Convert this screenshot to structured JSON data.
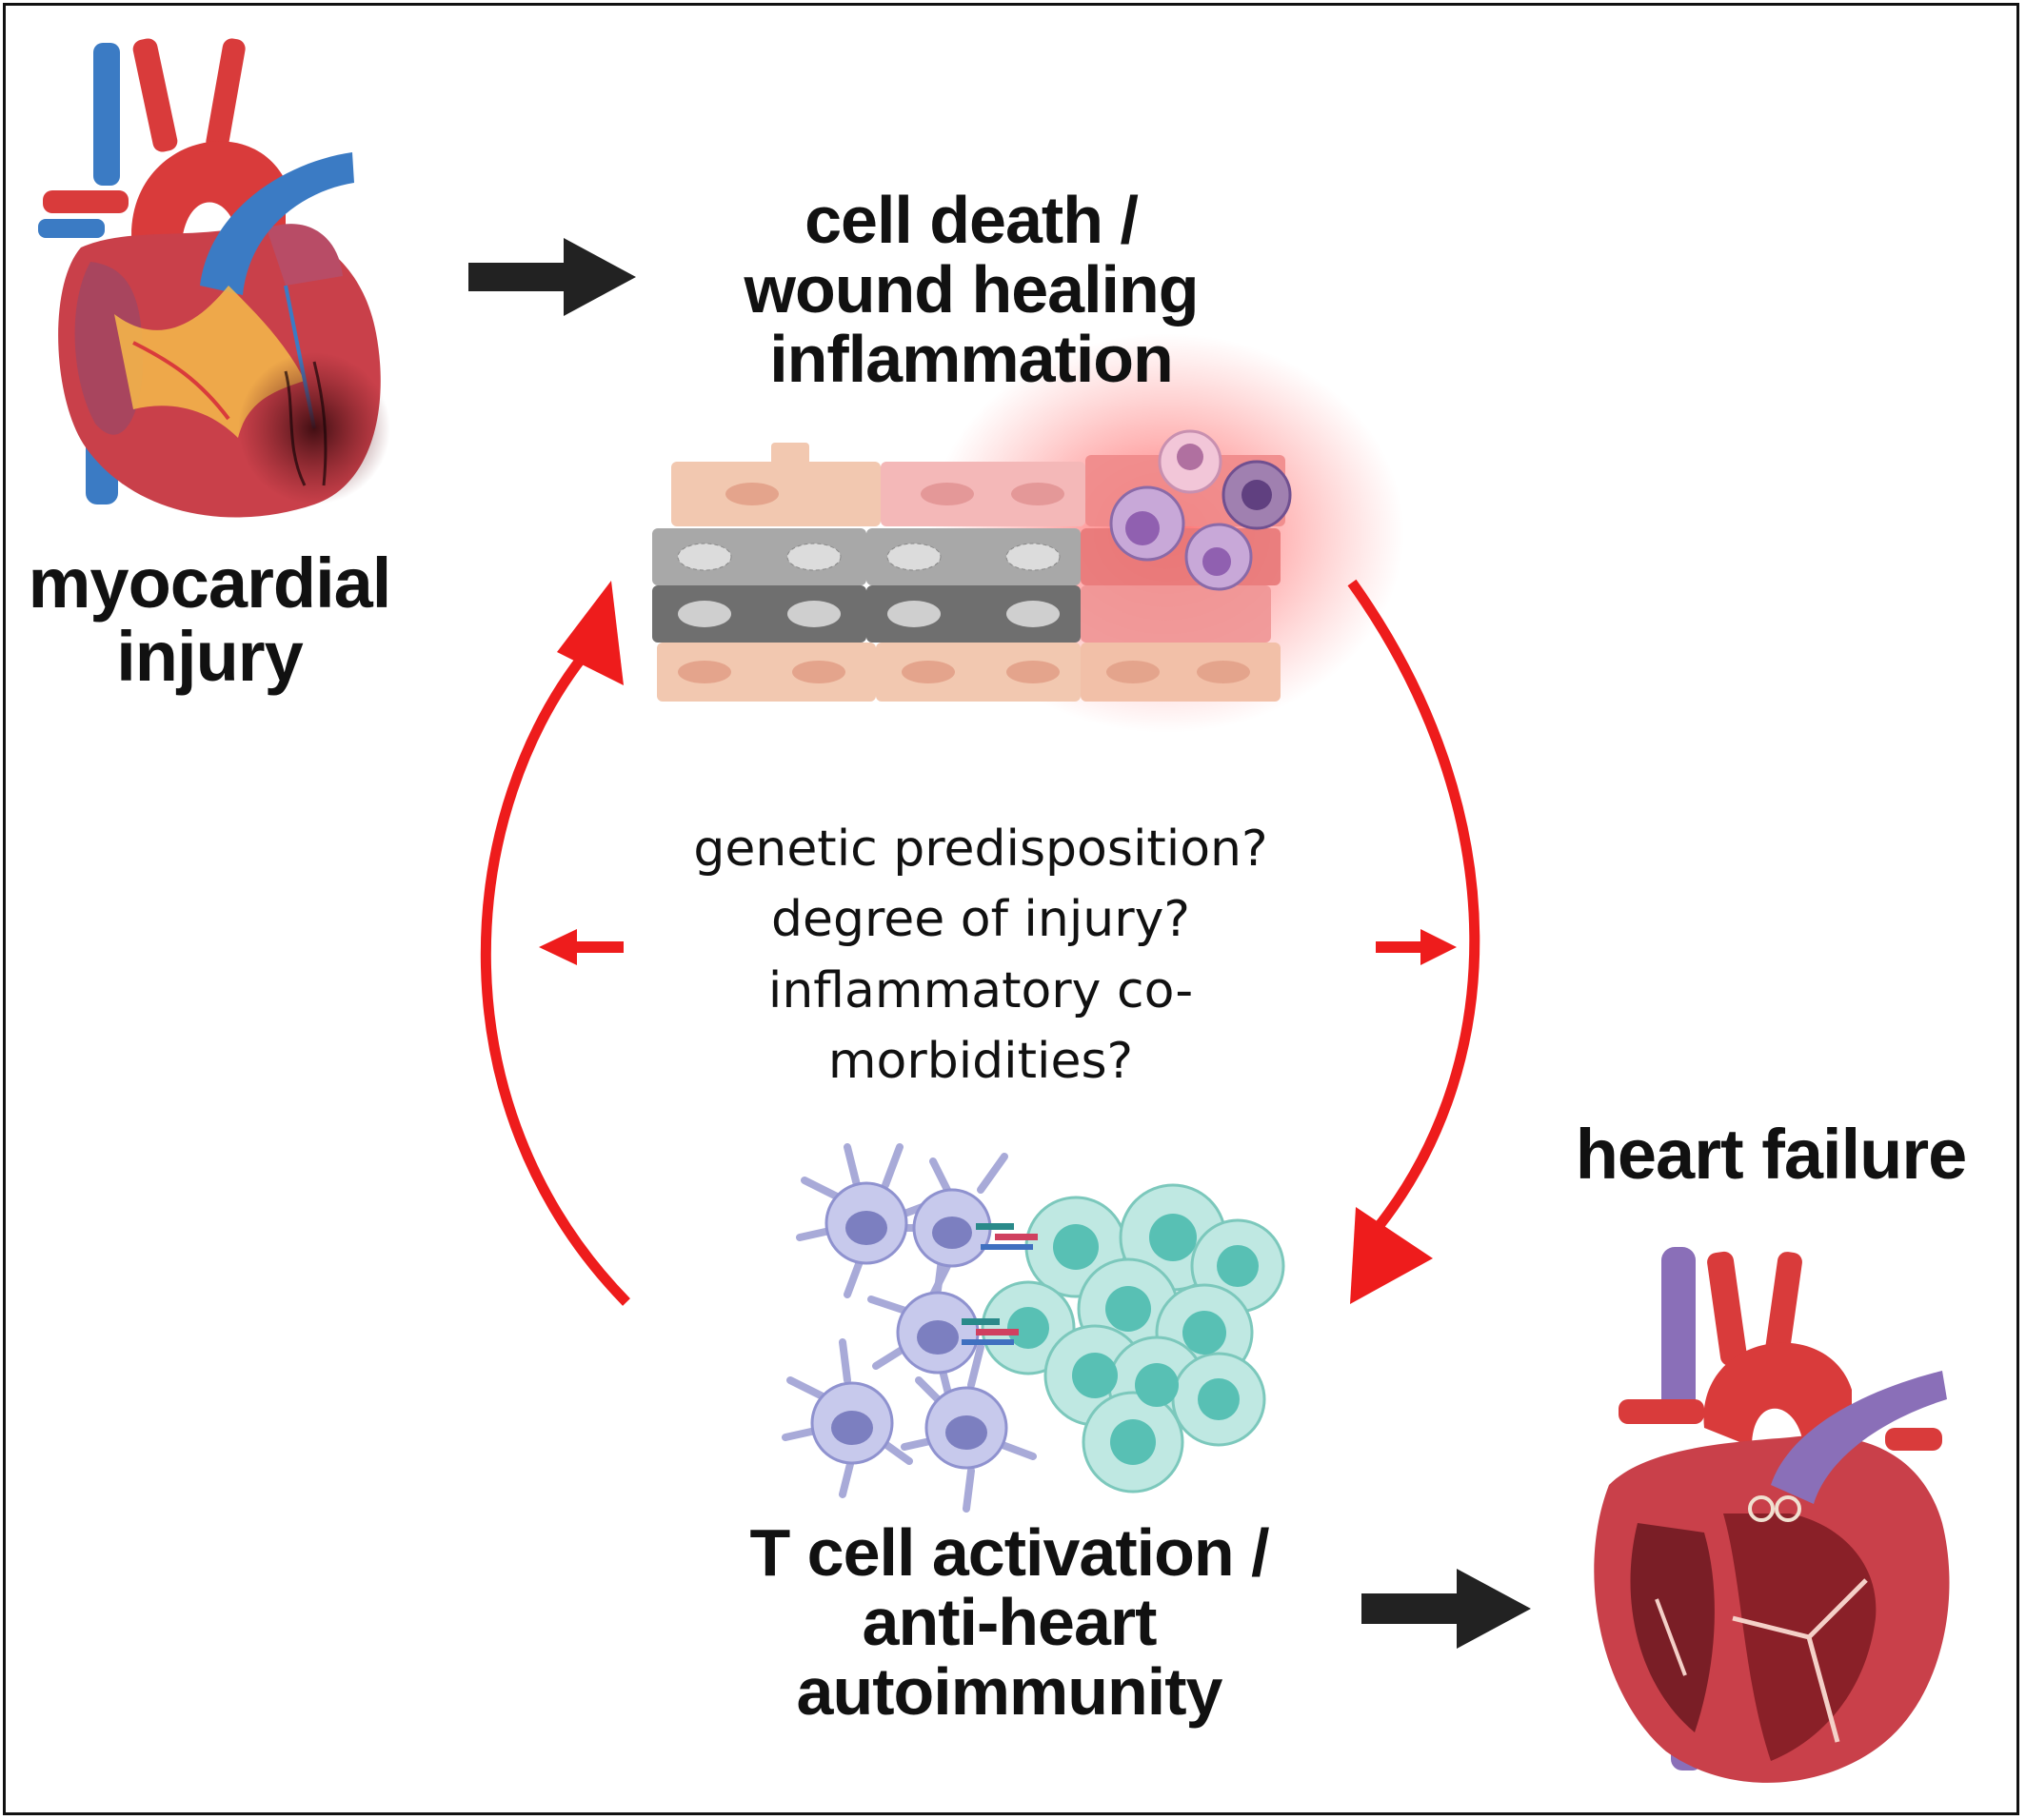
{
  "labels": {
    "myocardial_injury": [
      "myocardial",
      "injury"
    ],
    "cell_death": [
      "cell death /",
      "wound healing",
      "inflammation"
    ],
    "t_cell": [
      "T cell activation /",
      "anti-heart",
      "autoimmunity"
    ],
    "heart_failure": "heart failure"
  },
  "questions": [
    "genetic predisposition?",
    "degree of injury?",
    "inflammatory co-",
    "morbidities?"
  ],
  "colors": {
    "cycle_arrow": "#ee1c1c",
    "flow_arrow": "#222222",
    "vein_blue": "#3b7bc4",
    "artery_red": "#d93b3b",
    "failing_vein_purple": "#8a6fb8",
    "heart_muscle": "#c9404a",
    "fat_yellow": "#f2b44a",
    "dendritic_cell": "#7c7fc0",
    "t_cell": "#58c0b4",
    "cardiomyocyte": "#f2c8b0",
    "inflammation_glow": "#ff3030"
  },
  "icons": [
    "injured-heart-icon",
    "myocardium-tissue-icon",
    "immune-synapse-icon",
    "failing-heart-icon"
  ]
}
